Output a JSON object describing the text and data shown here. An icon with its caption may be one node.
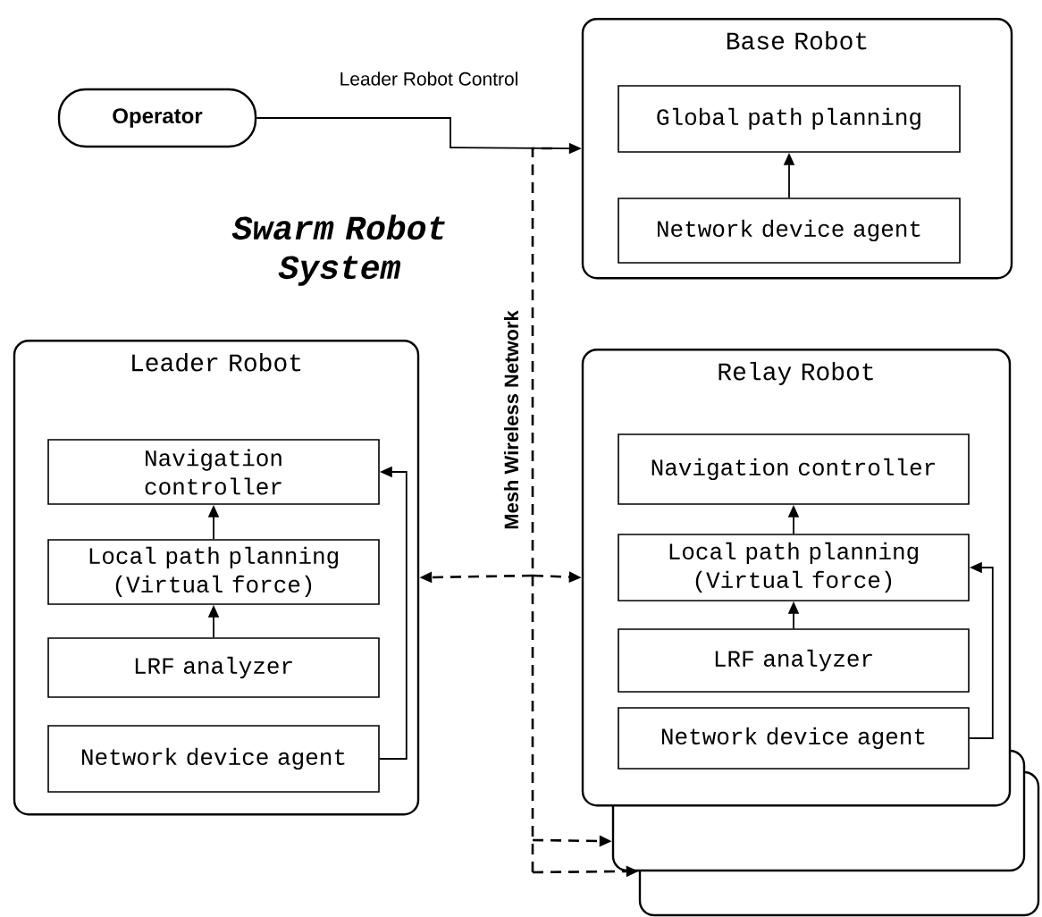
{
  "diagram": {
    "title": "Swarm Robot System",
    "nodes": [
      {
        "text": [
          "Operator"
        ]
      },
      {
        "text": [
          "Base Robot"
        ]
      },
      {
        "text": [
          "Global path planning"
        ],
        "in": 1
      },
      {
        "text": [
          "Network device agent"
        ],
        "in": 1
      },
      {
        "text": [
          "Leader Robot"
        ]
      },
      {
        "text": [
          "Navigation controller"
        ],
        "in": 4
      },
      {
        "text": [
          "Local path planning (Virtual force)"
        ],
        "in": 4
      },
      {
        "text": [
          "LRF analyzer"
        ],
        "in": 4
      },
      {
        "text": [
          "Network device agent"
        ],
        "in": 4
      },
      {
        "text": [
          "Relay Robot"
        ]
      },
      {
        "text": [
          "Navigation controller"
        ],
        "in": 9
      },
      {
        "text": [
          "Local path planning (Virtual force)"
        ],
        "in": 9
      },
      {
        "text": [
          "LRF analyzer"
        ],
        "in": 9
      },
      {
        "text": [
          "Network device agent"
        ],
        "in": 9
      },
      {
        "text": [],
        "shape": "box"
      },
      {
        "text": [],
        "shape": "box"
      }
    ],
    "edges": [
      {
        "from": 0,
        "to": 1,
        "arrow": "to",
        "label": "Leader Robot Control"
      },
      {
        "from": 3,
        "to": 2,
        "arrow": "to"
      },
      {
        "from": 6,
        "to": 5,
        "arrow": "to"
      },
      {
        "from": 7,
        "to": 6,
        "arrow": "to"
      },
      {
        "from": 8,
        "to": 5,
        "arrow": "to"
      },
      {
        "from": 11,
        "to": 10,
        "arrow": "to"
      },
      {
        "from": 12,
        "to": 11,
        "arrow": "to"
      },
      {
        "from": 13,
        "to": 11,
        "arrow": "to"
      },
      {
        "from": null,
        "to": 4,
        "arrow": "to",
        "style": "dashed"
      },
      {
        "from": null,
        "to": 9,
        "arrow": "to",
        "style": "dashed"
      },
      {
        "from": null,
        "to": 14,
        "arrow": "to",
        "style": "dashed"
      },
      {
        "from": null,
        "to": 15,
        "arrow": "to",
        "style": "dashed"
      }
    ],
    "labels": [
      "Mesh Wireless Network"
    ]
  }
}
